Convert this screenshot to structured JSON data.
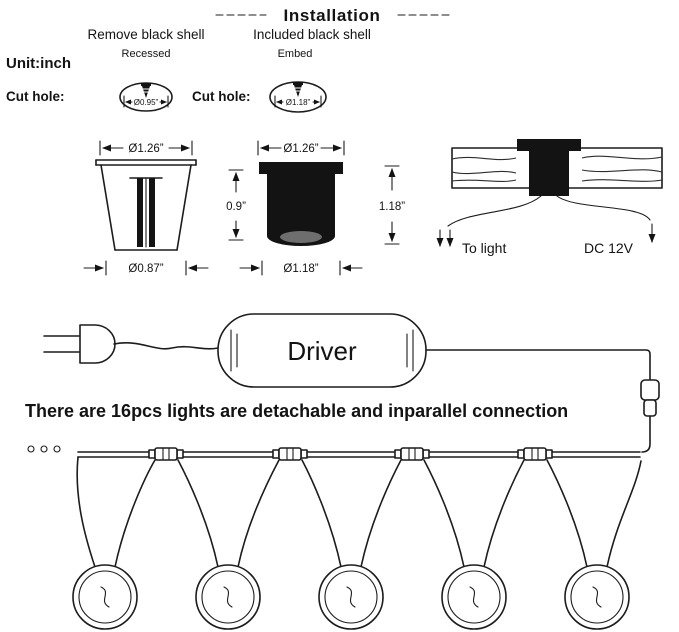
{
  "title": "Installation",
  "unit_label": "Unit:inch",
  "left_section": {
    "header": "Remove black shell",
    "subheader": "Recessed",
    "cut_hole_label": "Cut hole:",
    "cut_hole_diameter": "Ø0.95”",
    "top_diameter": "Ø1.26”",
    "bottom_diameter": "Ø0.87”"
  },
  "right_section": {
    "header": "Included black shell",
    "subheader": "Embed",
    "cut_hole_label": "Cut hole:",
    "cut_hole_diameter": "Ø1.18”",
    "top_diameter": "Ø1.26”",
    "body_height": "0.9”",
    "bottom_diameter": "Ø1.18”",
    "install_depth": "1.18”"
  },
  "deck_section": {
    "to_light_label": "To light",
    "power_label": "DC 12V"
  },
  "driver": {
    "label": "Driver"
  },
  "parallel_note": "There are 16pcs lights are detachable and inparallel connection",
  "wiring": {
    "lights_shown": 5,
    "connectors_shown": 4
  }
}
